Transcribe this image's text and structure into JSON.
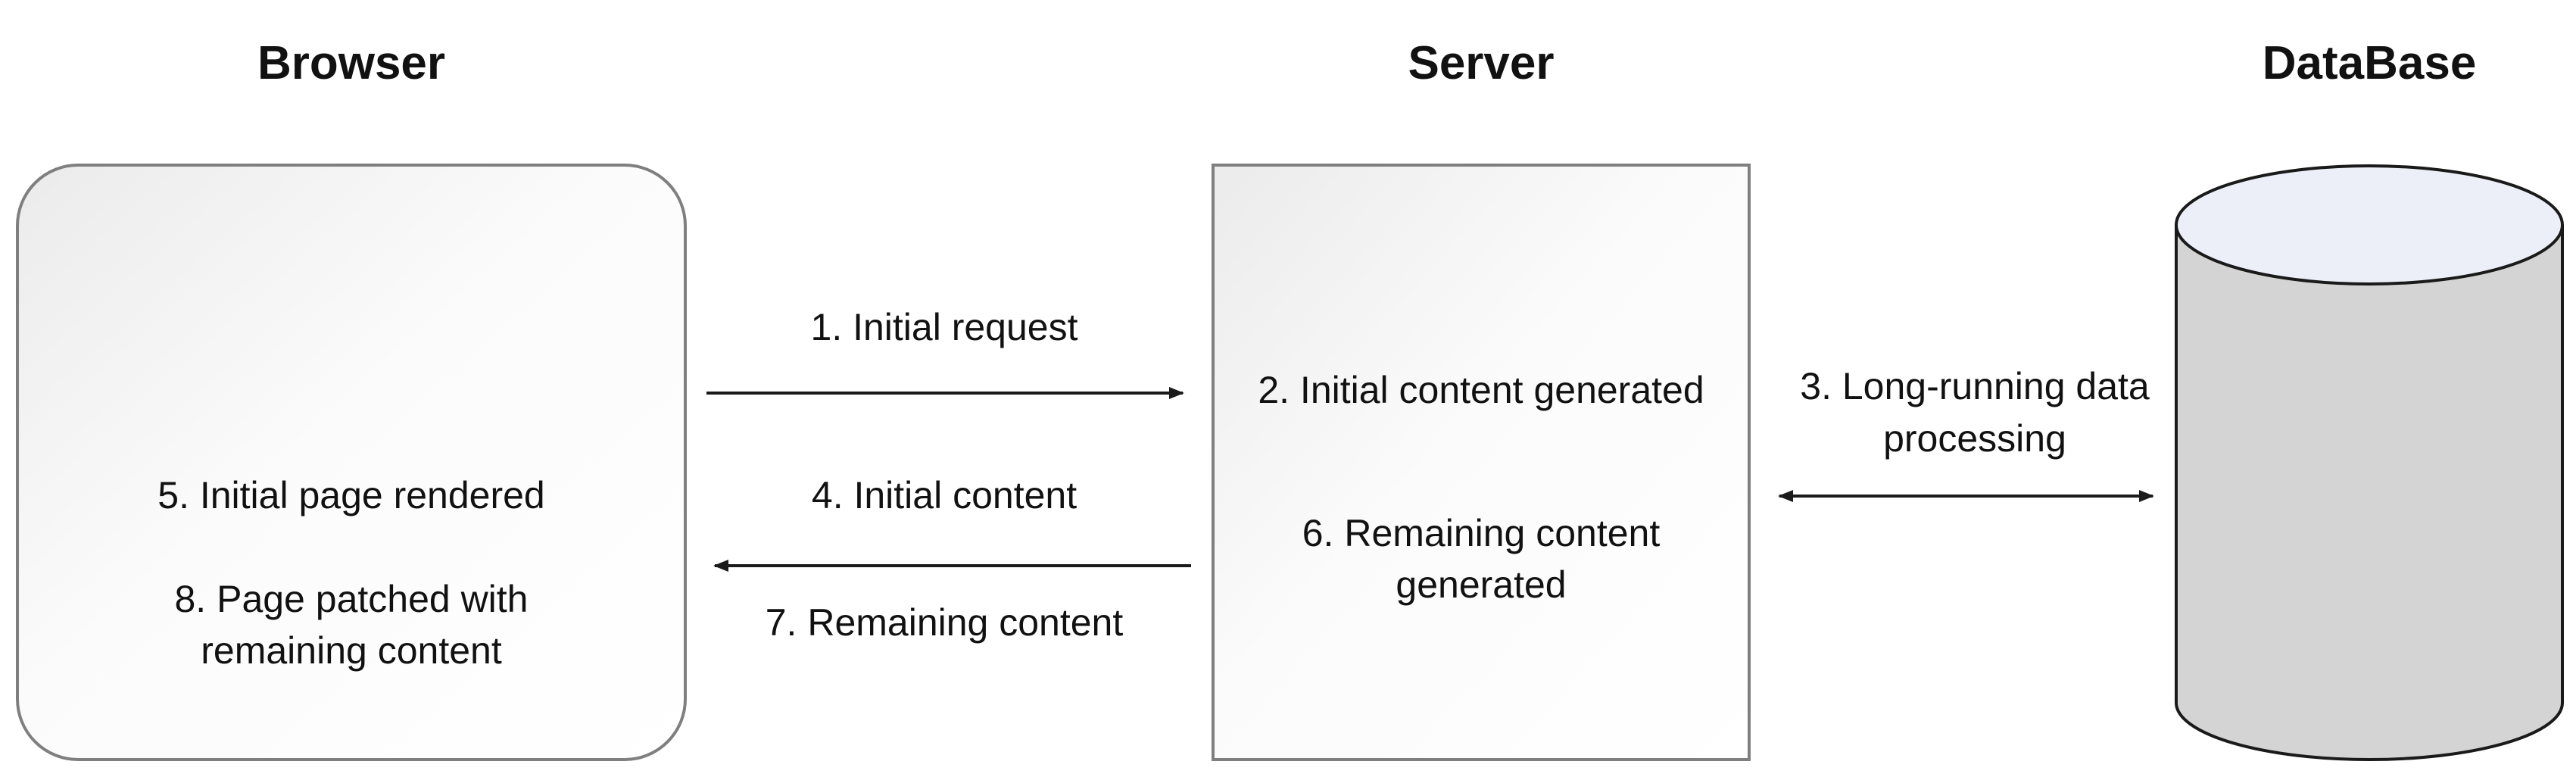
{
  "headings": {
    "browser": "Browser",
    "server": "Server",
    "database": "DataBase"
  },
  "browser": {
    "step5": "5. Initial page rendered",
    "step8_line1": "8. Page patched with",
    "step8_line2": "remaining content"
  },
  "server": {
    "step2": "2. Initial content generated",
    "step6_line1": "6. Remaining content",
    "step6_line2": "generated"
  },
  "arrows": {
    "step1": "1. Initial request",
    "step4": "4. Initial content",
    "step7": "7. Remaining content",
    "step3_line1": "3. Long-running data",
    "step3_line2": "processing"
  },
  "colors": {
    "line": "#1a1a1a",
    "box_border": "#7f7f7f",
    "box_fill_light": "#ffffff",
    "box_fill_dark": "#ececec",
    "cylinder_body": "#d4d4d4",
    "cylinder_top": "#eceff8"
  }
}
